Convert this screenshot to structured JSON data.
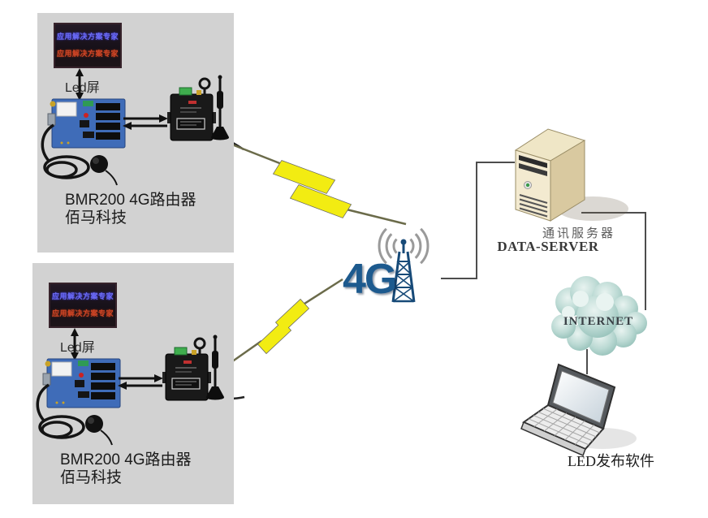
{
  "panels": [
    {
      "led_line1": "应用解决方案专家",
      "led_line2": "应用解决方案专家",
      "led_label": "Led屏",
      "caption_line1": "BMR200  4G路由器",
      "caption_line2": "佰马科技"
    },
    {
      "led_line1": "应用解决方案专家",
      "led_line2": "应用解决方案专家",
      "led_label": "Led屏",
      "caption_line1": "BMR200  4G路由器",
      "caption_line2": "佰马科技"
    }
  ],
  "network": {
    "tower_label": "4G"
  },
  "server": {
    "label_cn": "通讯服务器",
    "label_en": "DATA-SERVER"
  },
  "internet": {
    "label": "INTERNET"
  },
  "software": {
    "label": "LED发布软件"
  },
  "colors": {
    "panel_gray": "#d2d2d2",
    "bolt_yellow": "#f2ec12",
    "tower_blue": "#174a78",
    "cloud_teal": "#a6cdc6",
    "led_blue": "#6d6df2",
    "led_red": "#cf4527"
  }
}
